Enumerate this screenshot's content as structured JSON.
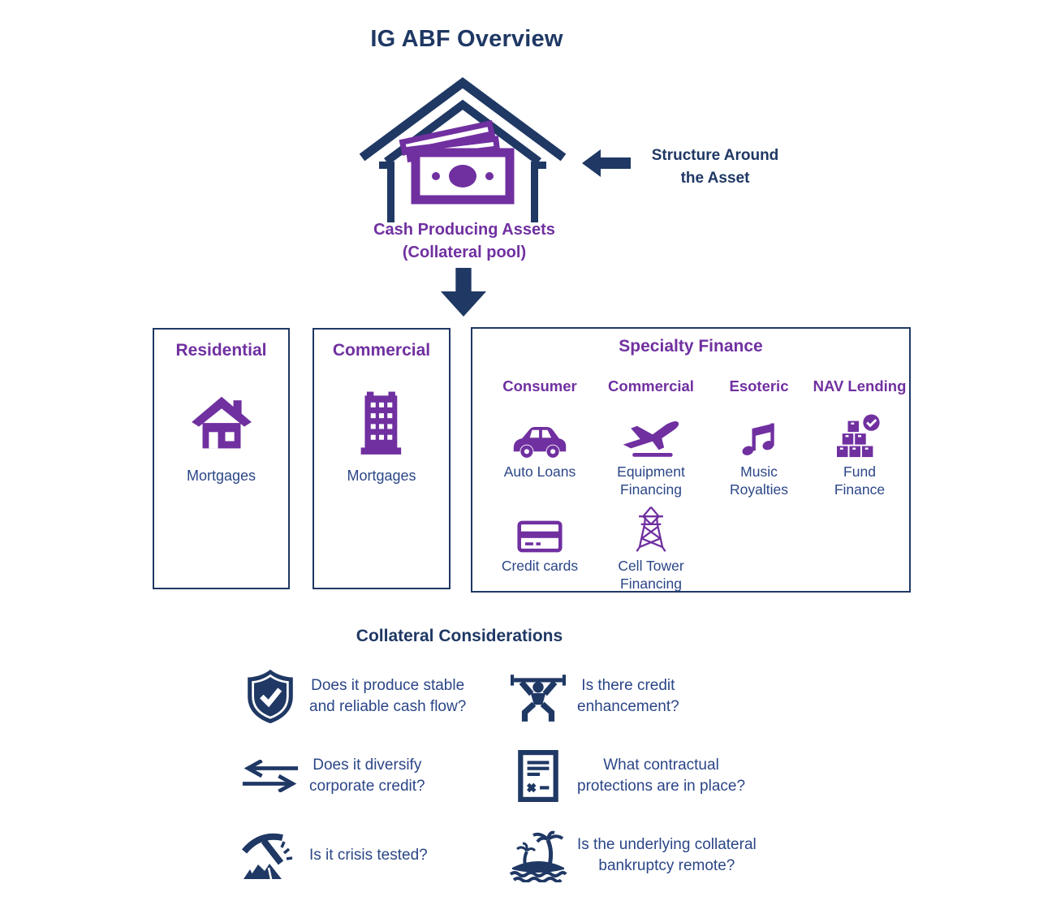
{
  "title": "IG ABF Overview",
  "colors": {
    "navy": "#1f3864",
    "purple": "#7030a0",
    "body_text_blue": "#2b4687",
    "background": "#ffffff"
  },
  "hero": {
    "icon": "house-cash-icon",
    "caption_line1": "Cash Producing Assets",
    "caption_line2": "(Collateral pool)",
    "annotation_line1": "Structure Around",
    "annotation_line2": "the Asset"
  },
  "boxes": {
    "residential": {
      "title": "Residential",
      "icon": "house-icon",
      "item": "Mortgages"
    },
    "commercial": {
      "title": "Commercial",
      "icon": "office-building-icon",
      "item": "Mortgages"
    },
    "specialty": {
      "title": "Specialty Finance",
      "columns": [
        {
          "header": "Consumer",
          "icon": "car-icon",
          "label": "Auto Loans"
        },
        {
          "header": "Commercial",
          "icon": "airplane-takeoff-icon",
          "label": "Equipment Financing"
        },
        {
          "header": "Esoteric",
          "icon": "music-notes-icon",
          "label": "Music Royalties"
        },
        {
          "header": "NAV Lending",
          "icon": "fund-boxes-check-icon",
          "label": "Fund Finance"
        }
      ],
      "row2": [
        {
          "icon": "credit-card-icon",
          "label": "Credit cards"
        },
        {
          "icon": "transmission-tower-icon",
          "label": "Cell Tower Financing"
        }
      ]
    }
  },
  "considerations": {
    "title": "Collateral Considerations",
    "items": [
      {
        "icon": "shield-check-icon",
        "line1": "Does it produce stable",
        "line2": "and reliable cash flow?"
      },
      {
        "icon": "weightlifter-icon",
        "line1": "Is there credit",
        "line2": "enhancement?"
      },
      {
        "icon": "diverging-arrows-icon",
        "line1": "Does it diversify",
        "line2": "corporate credit?"
      },
      {
        "icon": "contract-icon",
        "line1": "What contractual",
        "line2": "protections are in place?"
      },
      {
        "icon": "pickaxe-icon",
        "line1": "Is it crisis tested?",
        "line2": ""
      },
      {
        "icon": "desert-island-icon",
        "line1": "Is the underlying collateral",
        "line2": "bankruptcy remote?"
      }
    ]
  }
}
